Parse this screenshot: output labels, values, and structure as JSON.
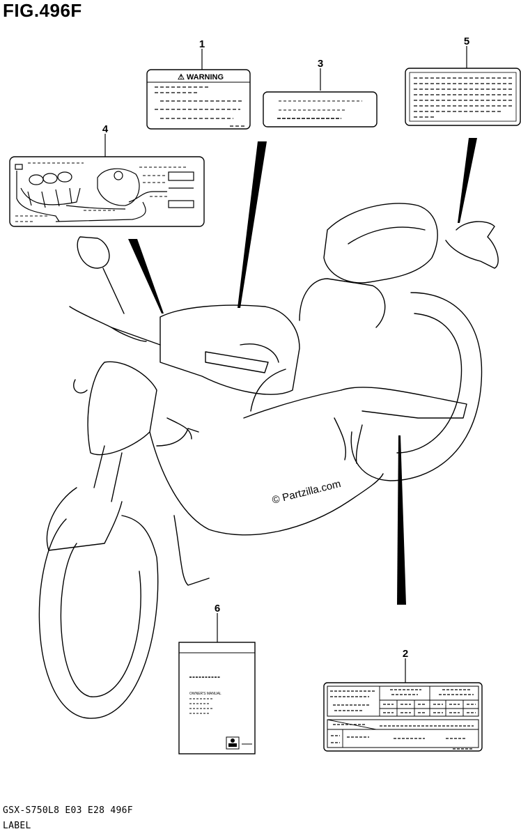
{
  "figure": {
    "title": "FIG.496F",
    "model_code": "GSX-S750L8  E03  E28  496F",
    "caption": "LABEL",
    "watermark": "© Partzilla.com"
  },
  "callouts": [
    {
      "number": "1",
      "label_heading": "⚠ WARNING"
    },
    {
      "number": "2"
    },
    {
      "number": "3"
    },
    {
      "number": "4"
    },
    {
      "number": "5"
    },
    {
      "number": "6",
      "label_text": "OWNER'S MANUAL"
    }
  ]
}
